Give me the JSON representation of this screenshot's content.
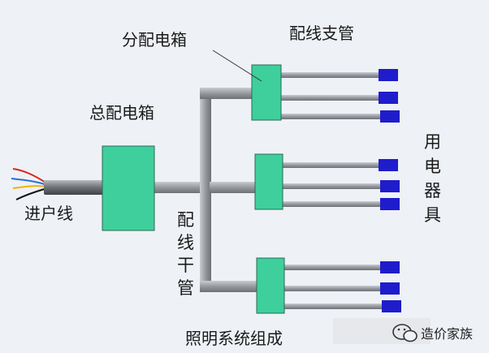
{
  "labels": {
    "sub_box": "分配电箱",
    "branch_pipe": "配线支管",
    "main_box": "总配电箱",
    "incoming_line": "进户线",
    "trunk_pipe_chars": [
      "配",
      "线",
      "干",
      "管"
    ],
    "appliances_chars": [
      "用",
      "电",
      "器",
      "具"
    ],
    "caption": "照明系统组成"
  },
  "watermark": {
    "text": "造价家族"
  },
  "colors": {
    "box_fill": "#3ecf9c",
    "box_stroke": "#2a6a55",
    "pipe": "#8a8e94",
    "appliance": "#1f1ccc",
    "background": "#eef1f6"
  }
}
